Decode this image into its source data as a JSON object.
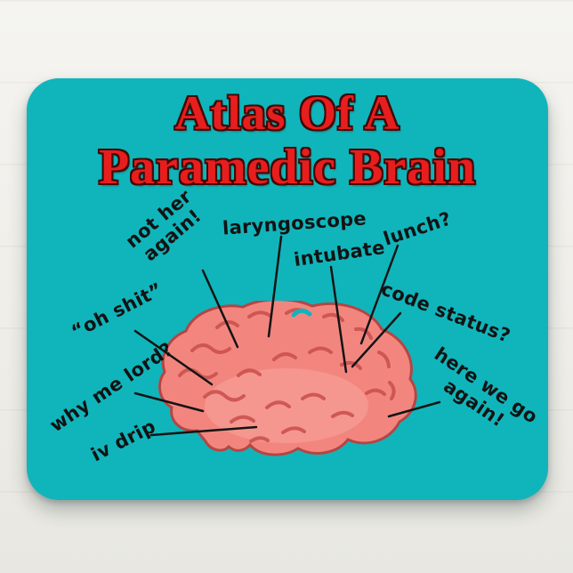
{
  "mousepad": {
    "title_line1": "Atlas Of A",
    "title_line2": "Paramedic Brain",
    "labels": [
      {
        "id": "not-her-again",
        "text": "not her\nagain!"
      },
      {
        "id": "laryngoscope",
        "text": "laryngoscope"
      },
      {
        "id": "intubate",
        "text": "intubate"
      },
      {
        "id": "lunch",
        "text": "lunch?"
      },
      {
        "id": "oh-shit",
        "text": "“oh shit”"
      },
      {
        "id": "code-status",
        "text": "code status?"
      },
      {
        "id": "why-me-lord",
        "text": "why me lord?"
      },
      {
        "id": "here-we-go-again",
        "text": "here we go\nagain!"
      },
      {
        "id": "iv-drip",
        "text": "iv drip"
      }
    ],
    "colors": {
      "pad_teal": "#10b5bb",
      "title_red": "#e81e1e",
      "title_outline": "#420a06",
      "brain_fill": "#f2867f",
      "brain_outline": "#b64543",
      "brain_squiggle": "#c94e4b",
      "label_text": "#131313",
      "background": "#f0efea"
    }
  }
}
